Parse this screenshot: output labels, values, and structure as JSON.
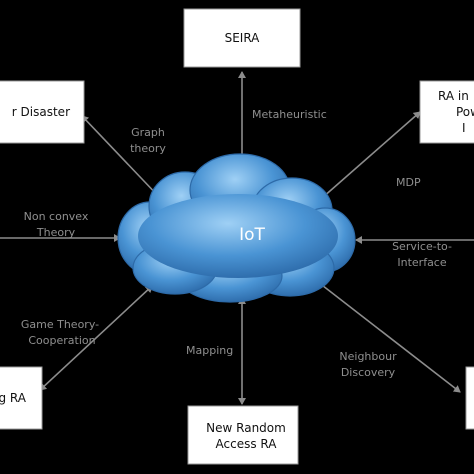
{
  "center": {
    "label": "IoT",
    "fill": "#4a94d4",
    "outline": "#2d6aa8"
  },
  "nodes": {
    "seira": [
      "SEIRA"
    ],
    "disaster": [
      "r Disaster"
    ],
    "ra_power": [
      "RA in",
      "Pow",
      "I"
    ],
    "ra_left": [
      "g RA"
    ],
    "new_random": [
      "New Random",
      "Access RA"
    ]
  },
  "edges": {
    "metaheuristic": [
      "Metaheuristic"
    ],
    "graph_theory": [
      "Graph",
      "theory"
    ],
    "mdp": [
      "MDP"
    ],
    "non_convex": [
      "Non convex",
      "Theory"
    ],
    "service": [
      "Service-to-",
      "Interface"
    ],
    "game_theory": [
      "Game Theory-",
      "Cooperation"
    ],
    "mapping": [
      "Mapping"
    ],
    "neighbour": [
      "Neighbour",
      "Discovery"
    ]
  },
  "colors": {
    "arrow": "#8c8c8c",
    "edge_text": "#8f8f8f",
    "box_fill": "#ffffff"
  }
}
